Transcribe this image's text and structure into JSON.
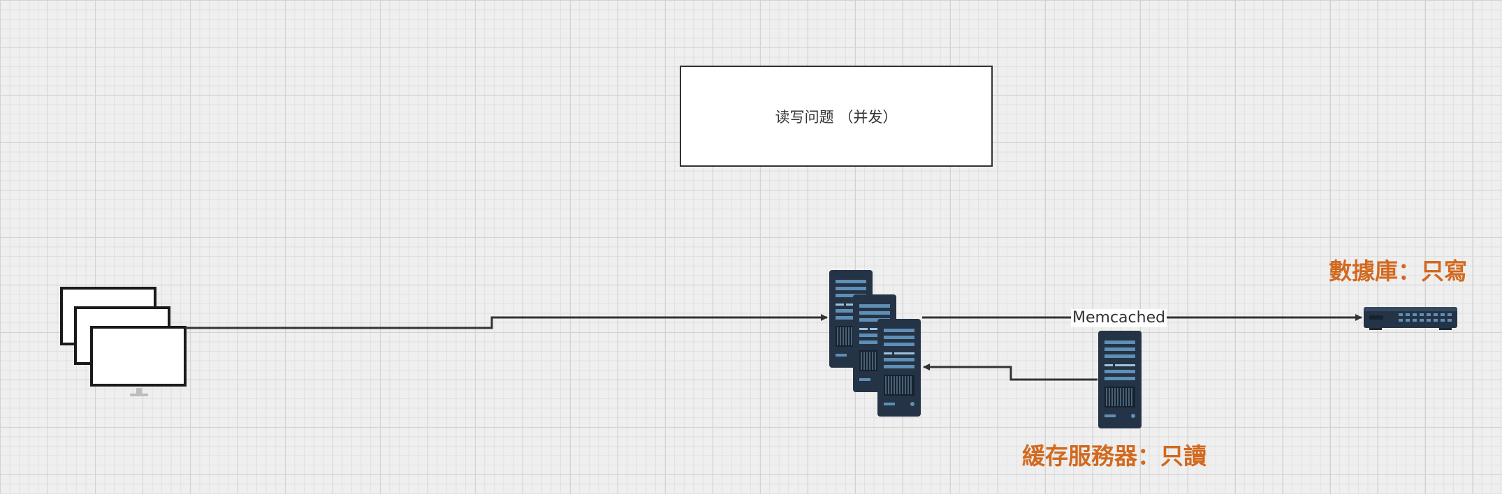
{
  "diagram": {
    "title": "读写问题 （并发）",
    "edge_label": "Memcached",
    "database_label": "數據庫：只寫",
    "cache_label": "緩存服務器：只讀"
  },
  "colors": {
    "accent": "#d2691e",
    "server_dark": "#243446",
    "server_light": "#5f8fb5",
    "line": "#333333"
  },
  "icons": {
    "clients": "monitor-stack-icon",
    "app_servers": "server-rack-icon",
    "cache_server": "server-icon",
    "database": "network-switch-icon"
  }
}
